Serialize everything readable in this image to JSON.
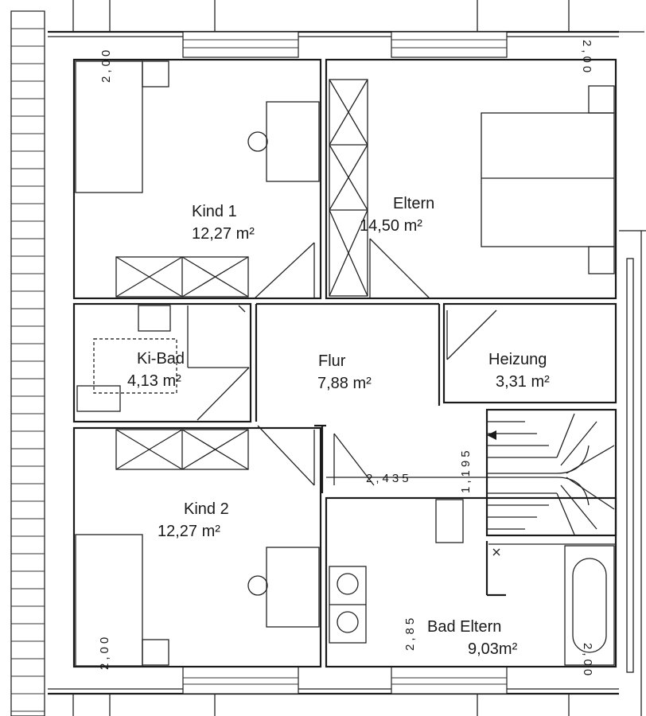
{
  "rooms": {
    "kind1": {
      "name": "Kind 1",
      "area": "12,27 m²"
    },
    "eltern": {
      "name": "Eltern",
      "area": "14,50 m²"
    },
    "kibad": {
      "name": "Ki-Bad",
      "area": "4,13 m²"
    },
    "flur": {
      "name": "Flur",
      "area": "7,88 m²"
    },
    "heizung": {
      "name": "Heizung",
      "area": "3,31 m²"
    },
    "kind2": {
      "name": "Kind 2",
      "area": "12,27 m²"
    },
    "badeltern": {
      "name": "Bad Eltern",
      "area": "9,03m²"
    }
  },
  "dimensions": {
    "sill_top_left": "2,00",
    "sill_top_right": "2,00",
    "sill_bottom_left": "2,00",
    "sill_bottom_right": "2,00",
    "flur_width": "2,435",
    "stair_width": "1,195",
    "bath_depth": "2,85"
  },
  "colors": {
    "line": "#1a1a1a",
    "background": "#ffffff"
  }
}
